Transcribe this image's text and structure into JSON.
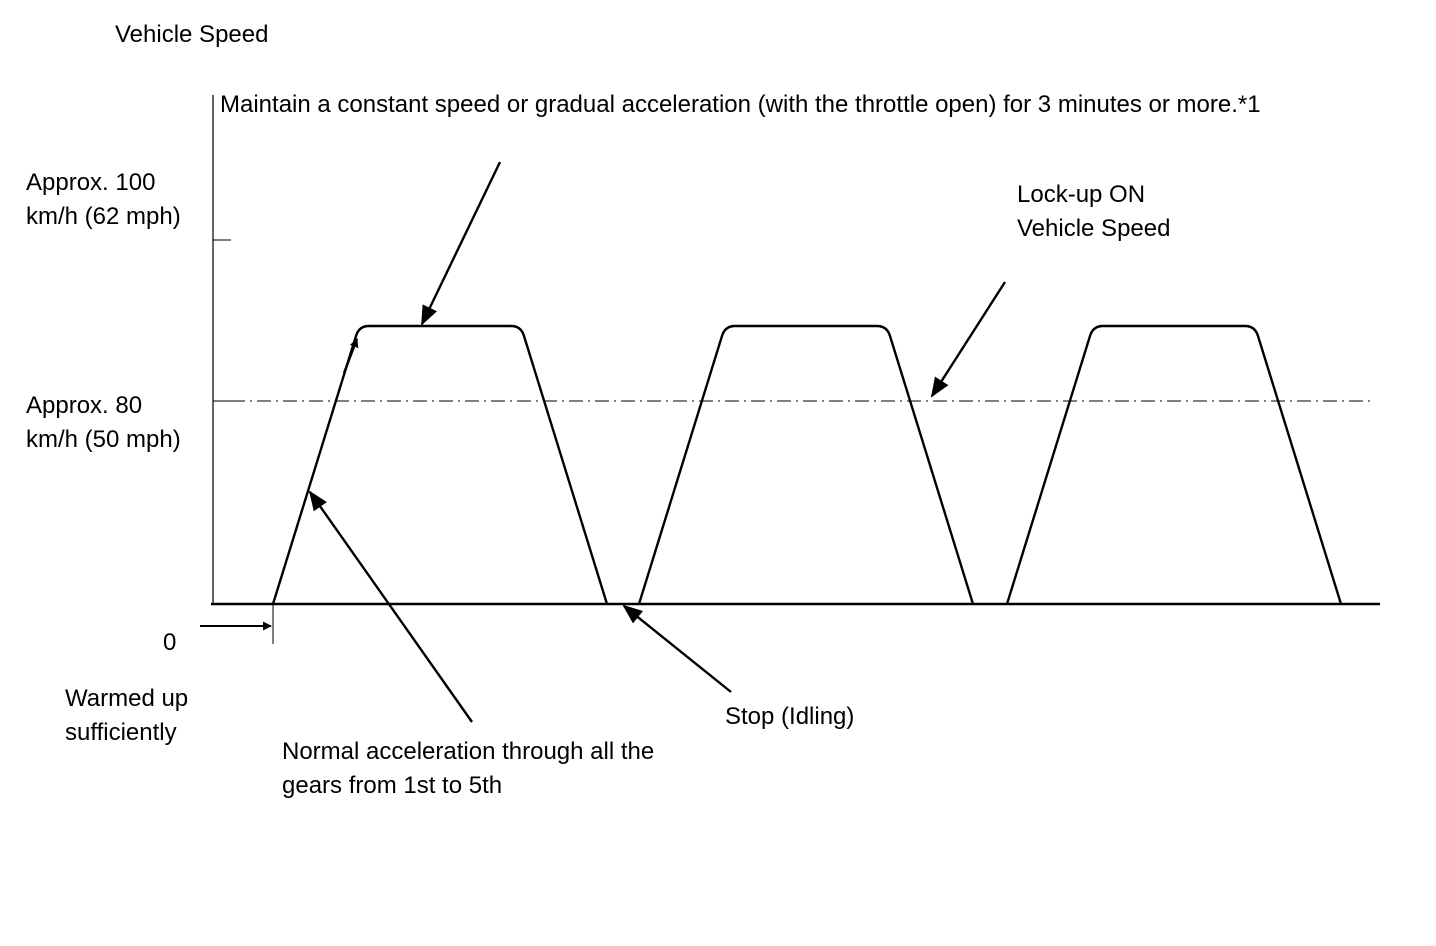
{
  "diagram": {
    "y_axis_title": "Vehicle Speed",
    "top_note": "Maintain a constant speed or gradual acceleration (with the throttle open) for 3 minutes or more.*1",
    "tick_100": [
      "Approx. 100",
      "km/h (62 mph)"
    ],
    "tick_80": [
      "Approx. 80",
      "km/h (50 mph)"
    ],
    "tick_0": "0",
    "lockup_label": [
      "Lock-up ON",
      "Vehicle Speed"
    ],
    "warmed_label": [
      "Warmed up",
      "sufficiently"
    ],
    "normal_accel_label": [
      "Normal acceleration through all the",
      "gears from 1st to 5th"
    ],
    "stop_label": "Stop (Idling)",
    "cycle_count": 3,
    "colors": {
      "ink": "#000000",
      "background": "#ffffff"
    }
  }
}
